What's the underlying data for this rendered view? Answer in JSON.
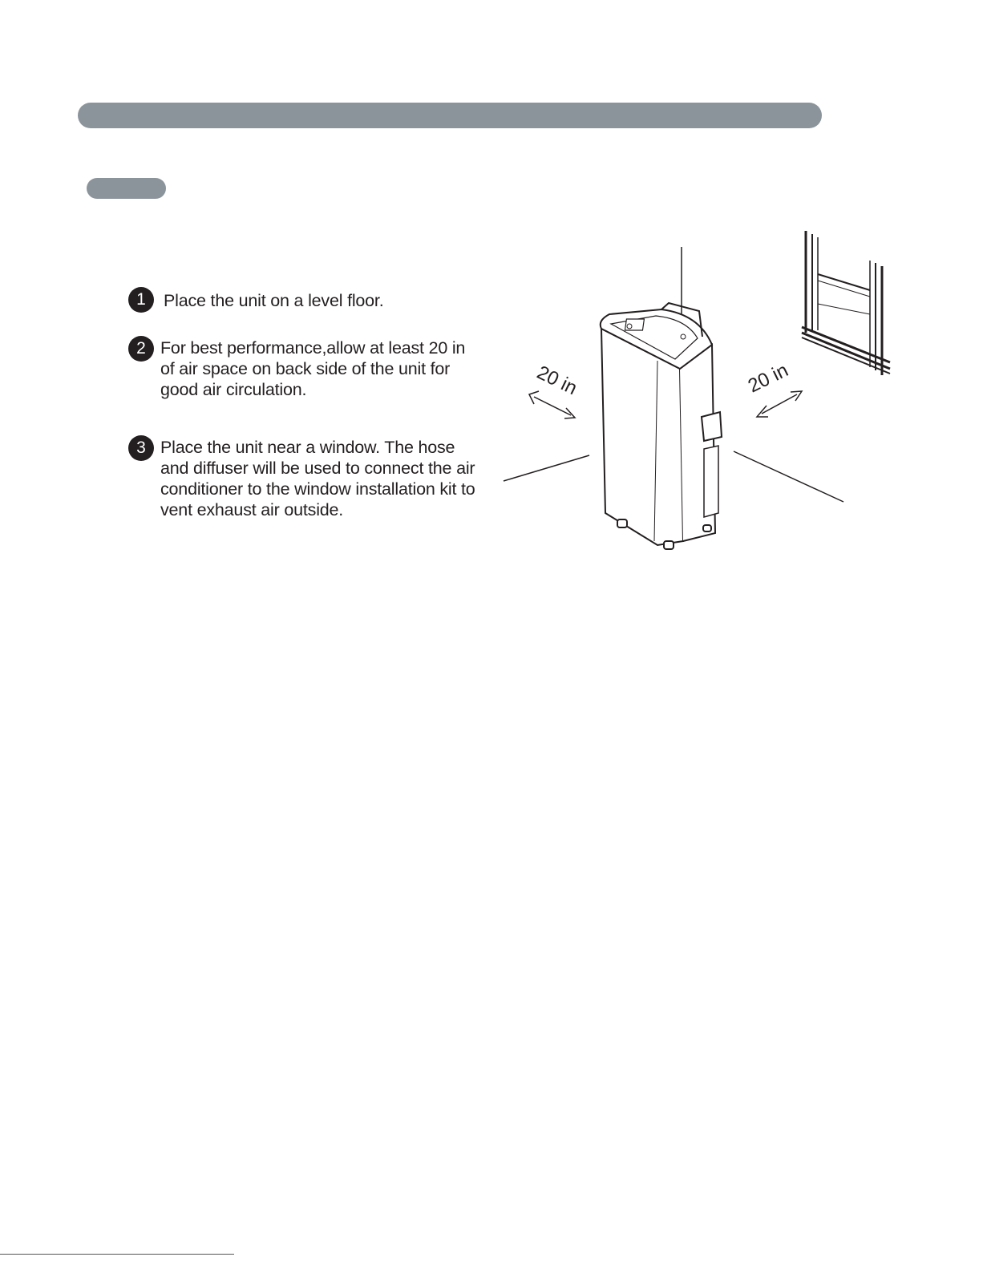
{
  "steps": [
    {
      "number": "1",
      "text": "Place the unit on a level floor."
    },
    {
      "number": "2",
      "text": "For best performance,allow at least 20 in\nof air space on back side of the unit for\ngood air circulation."
    },
    {
      "number": "3",
      "text": "Place the unit near a window. The hose\nand diffuser will be used to connect the air\nconditioner to the window installation kit to\nvent exhaust air outside."
    }
  ],
  "illustration": {
    "left_clearance": "20 in",
    "right_clearance": "20 in"
  },
  "colors": {
    "bar": "#8b949b",
    "ink": "#231f20"
  }
}
